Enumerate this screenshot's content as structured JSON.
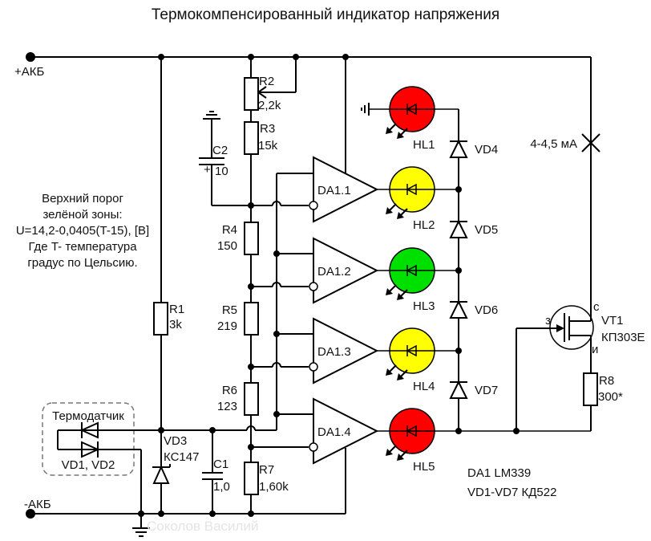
{
  "title": "Термокомпенсированный индикатор напряжения",
  "terminals": {
    "plus": "+АКБ",
    "minus": "-АКБ"
  },
  "note_lines": [
    "Верхний порог",
    "зелёной зоны:",
    "U=14,2-0,0405(T-15), [B]",
    "Где T- температура",
    "градус по Цельсию."
  ],
  "sensor": {
    "label": "Термодатчик",
    "diodes": "VD1, VD2"
  },
  "resistors": [
    {
      "ref": "R1",
      "value": "3k"
    },
    {
      "ref": "R2",
      "value": "2,2k"
    },
    {
      "ref": "R3",
      "value": "15k"
    },
    {
      "ref": "R4",
      "value": "150"
    },
    {
      "ref": "R5",
      "value": "219"
    },
    {
      "ref": "R6",
      "value": "123"
    },
    {
      "ref": "R7",
      "value": "1,60k"
    },
    {
      "ref": "R8",
      "value": "300*"
    }
  ],
  "capacitors": [
    {
      "ref": "C1",
      "value": "1,0"
    },
    {
      "ref": "C2",
      "value": "10",
      "polarity": "+"
    }
  ],
  "zener": {
    "ref": "VD3",
    "type": "КС147"
  },
  "comparators": [
    "DA1.1",
    "DA1.2",
    "DA1.3",
    "DA1.4"
  ],
  "leds": [
    {
      "ref": "HL1",
      "color": "#ff0000"
    },
    {
      "ref": "HL2",
      "color": "#ffff00"
    },
    {
      "ref": "HL3",
      "color": "#00e000"
    },
    {
      "ref": "HL4",
      "color": "#ffff00"
    },
    {
      "ref": "HL5",
      "color": "#ff0000"
    }
  ],
  "diodes": [
    "VD4",
    "VD5",
    "VD6",
    "VD7"
  ],
  "transistor": {
    "ref": "VT1",
    "type": "КП303Е",
    "pin_gate": "з",
    "pin_drain": "с",
    "pin_source": "и"
  },
  "current_note": "4-4,5 мА",
  "parts_list": [
    "DA1 LM339",
    "VD1-VD7 КД522"
  ],
  "watermark": "Соколов Василий"
}
